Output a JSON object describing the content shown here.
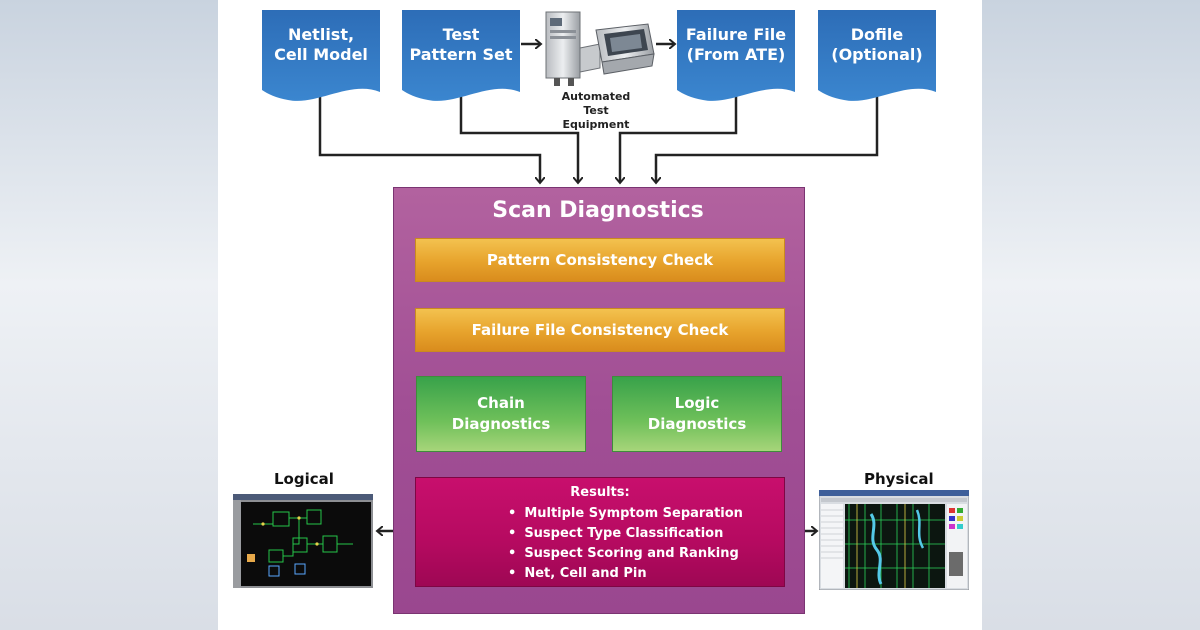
{
  "inputs": {
    "netlist": "Netlist,\nCell Model",
    "test_pattern": "Test\nPattern Set",
    "failure_file": "Failure File\n(From ATE)",
    "dofile": "Dofile\n(Optional)"
  },
  "ate_caption": "Automated Test\nEquipment",
  "scan_diagnostics": {
    "title": "Scan Diagnostics",
    "pattern_check": "Pattern Consistency Check",
    "failure_check": "Failure File Consistency Check",
    "chain": "Chain\nDiagnostics",
    "logic": "Logic\nDiagnostics",
    "results_title": "Results:",
    "results_items": [
      "Multiple Symptom Separation",
      "Suspect Type Classification",
      "Suspect Scoring and Ranking",
      "Net, Cell and Pin"
    ]
  },
  "outputs": {
    "logical": "Logical",
    "physical": "Physical"
  },
  "colors": {
    "doc_blue": "#2f6fb8",
    "purple": "#a14f95",
    "orange": "#e7a32c",
    "green": "#4daf52",
    "magenta": "#b50a60"
  }
}
